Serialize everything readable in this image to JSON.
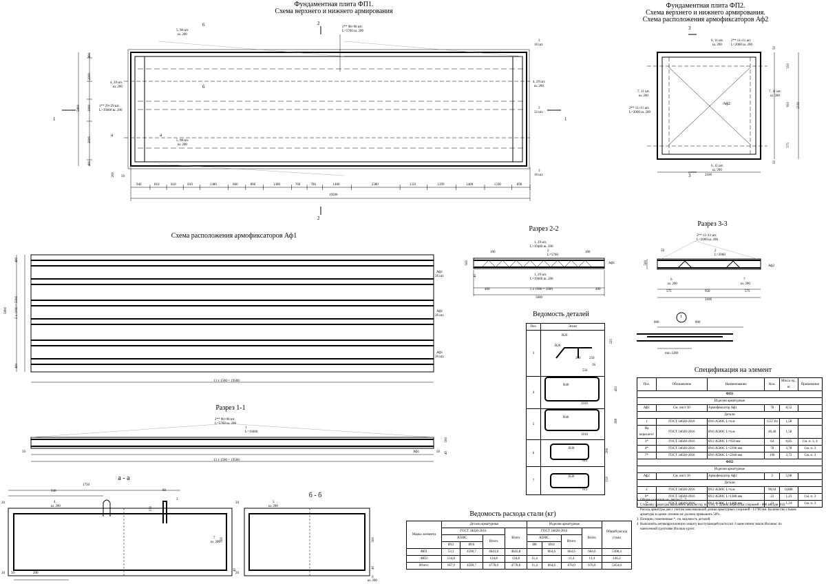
{
  "titles": {
    "fp1_line1": "Фундаментная плита ФП1.",
    "fp1_line2": "Схема верхнего и нижнего армирования",
    "fp2_line1": "Фундаментная плита ФП2.",
    "fp2_line2": "Схема верхнего и нижнего армирования.",
    "fp2_line3": "Схема расположения армофиксаторов Аф2",
    "af1": "Схема расположения армофиксаторов Аф1",
    "razrez22": "Разрез 2-2",
    "razrez33": "Разрез 3-3",
    "razrez11": "Разрез 1-1",
    "aa": "а - а",
    "bb": "б - б",
    "vedomost_detaley": "Ведомость деталей",
    "specification": "Спецификация на элемент",
    "steel": "Ведомость расхода стали (кг)"
  },
  "fp1": {
    "dims_bottom": [
      "940",
      "810",
      "810",
      "810",
      "1380",
      "860",
      "860",
      "1380",
      "760",
      "760",
      "1400",
      "2380",
      "1331",
      "1399",
      "1400",
      "1330",
      "890"
    ],
    "total": "19500",
    "left_dims": [
      "400",
      "2000",
      "1000",
      "2000",
      "400"
    ],
    "height": "5800",
    "notes": {
      "top_left": "5, 98 шт.",
      "top_left2": "ш. 200",
      "top_mid": "2** 98+98 шт.",
      "top_mid2": "L=5760 ш. 200",
      "right_top": "3",
      "right_top2": "16 шт.",
      "left_mid": "4, 29 шт.",
      "left_mid2": "ш. 200",
      "left_c": "1** 29+29 шт.",
      "left_c2": "L=19460 ш. 200",
      "right_mid": "4, 29 шт.",
      "right_mid2": "ш. 200",
      "right_c": "3",
      "right_c2": "32 шт.",
      "bot_left": "5, 98 шт.",
      "bot_left2": "ш. 200",
      "right_bot": "3",
      "right_bot2": "16 шт.",
      "sec6": "6",
      "sec2": "2",
      "sec1": "1",
      "seca": "а",
      "d50": "50",
      "d200": "200"
    }
  },
  "fp2": {
    "width": "2100",
    "height": "2100",
    "right_dims": [
      "50",
      "550",
      "950",
      "575",
      "50"
    ],
    "top_a": "6, 11 шт.",
    "top_a2": "ш. 200",
    "top_b": "2** 11+11 шт.",
    "top_b2": "L=2060 ш. 200",
    "left_a": "7, 11 шт.",
    "left_a2": "ш. 200",
    "left_b": "2** 11+11 шт.",
    "left_b2": "L=2060 ш. 200",
    "right_a": "7, 11 шт.",
    "right_a2": "ш. 200",
    "bot_a": "6, 11 шт.",
    "bot_a2": "ш. 200",
    "af2": "Аф2",
    "sec3": "3"
  },
  "af1": {
    "left_dims": [
      "400",
      "5 x 1000 = 5000",
      "400"
    ],
    "height": "5800",
    "labels": [
      "Аф1",
      "26 шт.",
      "Аф1",
      "26 шт.",
      "Аф1",
      "26 шт."
    ],
    "bottom": "13 x 1500 = 19500"
  },
  "r22": {
    "top": "1, 29 шт.",
    "top2": "L=19460 ш. 200",
    "top3": "2",
    "top4": "L=5760",
    "bot": "1, 29 шт.",
    "bot2": "L=19460 ш. 200",
    "d100a": "100",
    "d100b": "100",
    "d400a": "400",
    "d400b": "400",
    "mid": "5 x 1000 = 5000",
    "total": "5800",
    "af": "Аф1",
    "d500": "500",
    "d40": "40"
  },
  "r33": {
    "top": "2** 11+11 шт.",
    "top2": "L=2060 ш. 200",
    "top3": "2",
    "top4": "L=2060",
    "d50": "50",
    "af": "Аф2",
    "d6": "6",
    "d6b": "ш. 200",
    "d7": "7",
    "d7b": "ш. 200",
    "dims": [
      "575",
      "950",
      "575"
    ],
    "total": "2100",
    "d500": "500"
  },
  "node1": {
    "num": "1",
    "d800a": "800",
    "d800b": "800",
    "min": "min 1200"
  },
  "r11": {
    "top": "2** 98+98 шт.",
    "top2": "L=5760 ш. 200",
    "top3": "1",
    "top4": "L=19460",
    "d50a": "50",
    "d50b": "50",
    "af": "Аф1",
    "bottom": "13 x 1500 = 19500",
    "d500": "500",
    "d40": "40"
  },
  "aa": {
    "d1750": "1750",
    "d940": "940",
    "d4": "4",
    "d200": "ш. 200",
    "d3": "3",
    "d80": "80",
    "d150": "150",
    "d20a": "20",
    "d20b": "20",
    "d50": "50",
    "d200b": "200",
    "d500": "500",
    "d7": "7",
    "d7b": "ш. 200",
    "d40": "40"
  },
  "bb": {
    "d5": "5",
    "d5b": "ш. 200",
    "d20a": "20",
    "d20b": "20",
    "d500": "500",
    "d6": "6",
    "d6b": "ш. 200",
    "d40": "40"
  },
  "details": {
    "headers": [
      "Поз.",
      "Эскиз"
    ],
    "rows": [
      {
        "pos": "3",
        "dims": [
          "R20",
          "R20",
          "225",
          "250",
          "250",
          "56",
          "556"
        ]
      },
      {
        "pos": "4",
        "dims": [
          "R40",
          "450",
          "1016"
        ]
      },
      {
        "pos": "5",
        "dims": [
          "R40",
          "398",
          "1016"
        ]
      },
      {
        "pos": "6",
        "dims": [
          "R30",
          "206",
          "612"
        ]
      },
      {
        "pos": "7",
        "dims": [
          "R30",
          "150",
          "612"
        ]
      }
    ]
  },
  "spec": {
    "headers": [
      "Поз.",
      "Обозначение",
      "Наименование",
      "Кол.",
      "Масса ед., кг",
      "Примечание"
    ],
    "groups": [
      {
        "title": "ФП1",
        "sub": "Изделия арматурные",
        "rows": [
          [
            "Аф1",
            "См. лист 10",
            "Армофиксатор Аф1",
            "78",
            "8,52",
            ""
          ]
        ],
        "sub2": "Детали",
        "rows2": [
          [
            "1",
            "ГОСТ 34028-2016",
            "Ø16 А500С L=п.м.",
            "1557,04",
            "1,58",
            ""
          ],
          [
            "На перехлест",
            "ГОСТ 34028-2016",
            "Ø16 А500С L=п.м.",
            "46,40",
            "1,58",
            ""
          ],
          [
            "3*",
            "ГОСТ 34028-2016",
            "Ø12 А500С L=950 мм",
            "64",
            "0,85",
            "См. п. 3, 4"
          ],
          [
            "4*",
            "ГОСТ 34028-2016",
            "Ø16 А500С L=2390 мм",
            "78",
            "3,78",
            "См. п. 3"
          ],
          [
            "7*",
            "ГОСТ 34028-2016",
            "Ø16 А500С L=2360 мм",
            "196",
            "3,73",
            "См. п. 3"
          ]
        ]
      },
      {
        "title": "ФП2",
        "sub": "Изделия арматурные",
        "rows": [
          [
            "Аф2",
            "См. лист 10",
            "Армофиксатор Аф2",
            "2",
            "5,68",
            ""
          ]
        ],
        "sub2": "Детали",
        "rows2": [
          [
            "2",
            "ГОСТ 34028-2016",
            "Ø12 А500С L=п.м.",
            "90,64",
            "0,888",
            ""
          ],
          [
            "6*",
            "ГОСТ 34028-2016",
            "Ø12 А500С L=1380 мм",
            "22",
            "1,23",
            "См. п. 3"
          ],
          [
            "7*",
            "ГОСТ 34028-2016",
            "Ø12 А500С L=1400 мм",
            "22",
            "1,24",
            "См. п. 3"
          ]
        ]
      }
    ],
    "notes": [
      "1  Общие указания см. листы 5...7.",
      "2  Стыковку арматуры выполнять внахлестку по узлу 1. Длина перепуска стержней - 800 мм для Ø16.",
      "    Расход арматуры дан с учетом максимальной длины арматурных стержней - 11700 мм. Количество стыков",
      "    арматуры в одном сечении не должно превышать 50%.",
      "3  Позиции, помеченные *, см. ведомость деталей.",
      "4  Выполнить антикоррозионную защиту выступающей части поз 3 нанесением эмали Изолюкс по",
      "    нанесенной грунтовке Изолюк-грунт."
    ]
  },
  "steel": {
    "col_mark": "Марка элемента",
    "col_total": "Общий расход стали",
    "grp1": "Детали арматурные",
    "grp2": "Изделия арматурные",
    "gost": "ГОСТ 34028-2016",
    "gost2": "ГОСТ 34028-2016",
    "cls1": "А500С",
    "cls2": "А500С",
    "sub1": [
      "Ø12",
      "Ø16",
      "Итого"
    ],
    "vsego": "Всего",
    "sub2": [
      "Ø8",
      "Ø10",
      "Итого"
    ],
    "vsego2": "Всего",
    "rows": [
      [
        "ФП1",
        "53,1",
        "4590,7",
        "4643,8",
        "4643,8",
        "",
        "664,6",
        "664,6",
        "664,6",
        "5308,4"
      ],
      [
        "ФП2",
        "134,8",
        "",
        "134,8",
        "134,8",
        "11,4",
        "",
        "11,4",
        "11,4",
        "146,2"
      ],
      [
        "Итого:",
        "187,9",
        "4590,7",
        "4778,6",
        "4778,6",
        "11,4",
        "664,6",
        "676,0",
        "676,0",
        "5454,6"
      ]
    ]
  }
}
